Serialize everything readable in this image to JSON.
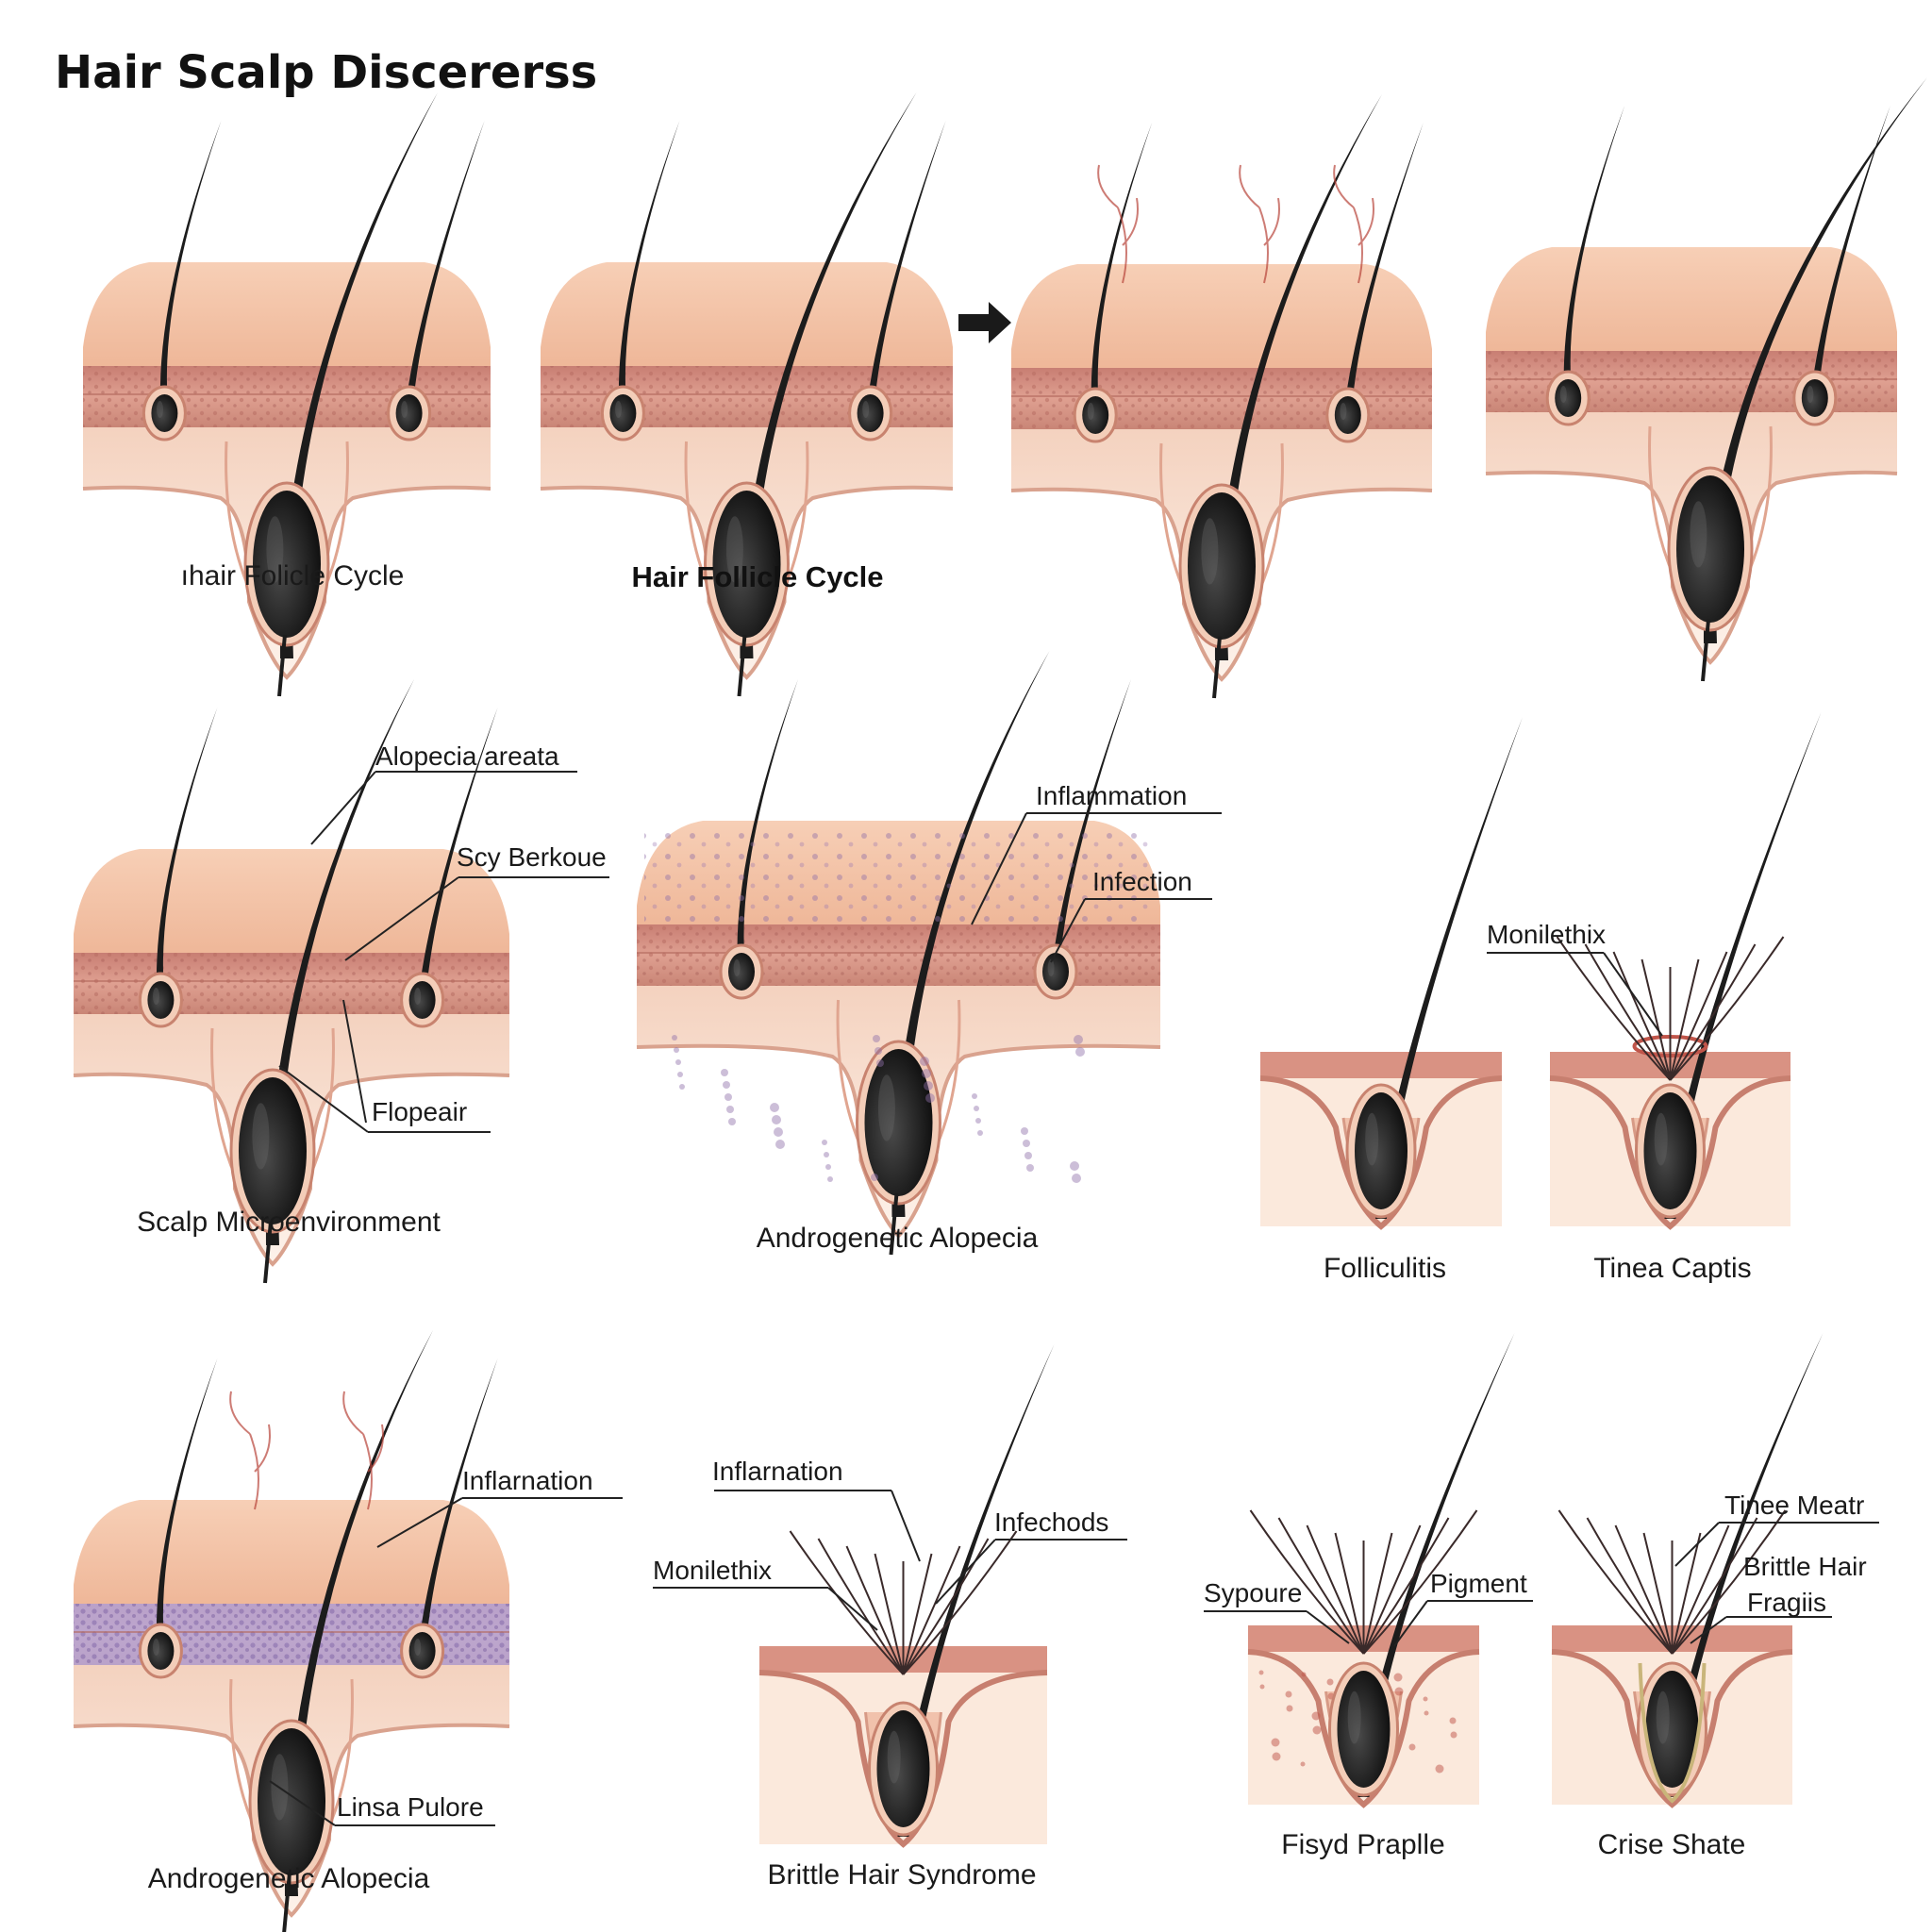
{
  "title": "Hair Scalp Discererss",
  "captions": {
    "p1": "ıhair Folicle Cycle",
    "p2": "Hair Follicle Cycle",
    "p5": "Scalp Microenvironment",
    "p6": "Androgenetic Alopecia",
    "p7": "Folliculitis",
    "p8": "Tinea Captis",
    "p9": "Androgenetic Alopecia",
    "p10": "Brittle Hair Syndrome",
    "p11": "Fisyd Praplle",
    "p12": "Crise Shate"
  },
  "labels": {
    "p5_a": "Alopecia areata",
    "p5_b": "Scy Berkoue",
    "p5_c": "Flopeair",
    "p6_a": "Inflammation",
    "p6_b": "Infection",
    "p8_a": "Monilethix",
    "p9_a": "Inflarnation",
    "p9_b": "Linsa Pulore",
    "p10_a": "Inflarnation",
    "p10_b": "Infechods",
    "p10_c": "Monilethix",
    "p11_a": "Sypoure",
    "p11_b": "Pigment",
    "p12_a": "Tinee Meatr",
    "p12_b": "Brittle Hair",
    "p12_c": "Fragiis"
  },
  "colors": {
    "skin_top": "#f2c1a4",
    "epidermis": "#d99283",
    "dermis": "#f6dccb",
    "deep": "#fbeee2",
    "hair": "#1c1c1c",
    "vessel": "#b8453a",
    "inflam_dot": "#8f6fa8"
  },
  "icons": [
    "arrow-right-icon"
  ]
}
